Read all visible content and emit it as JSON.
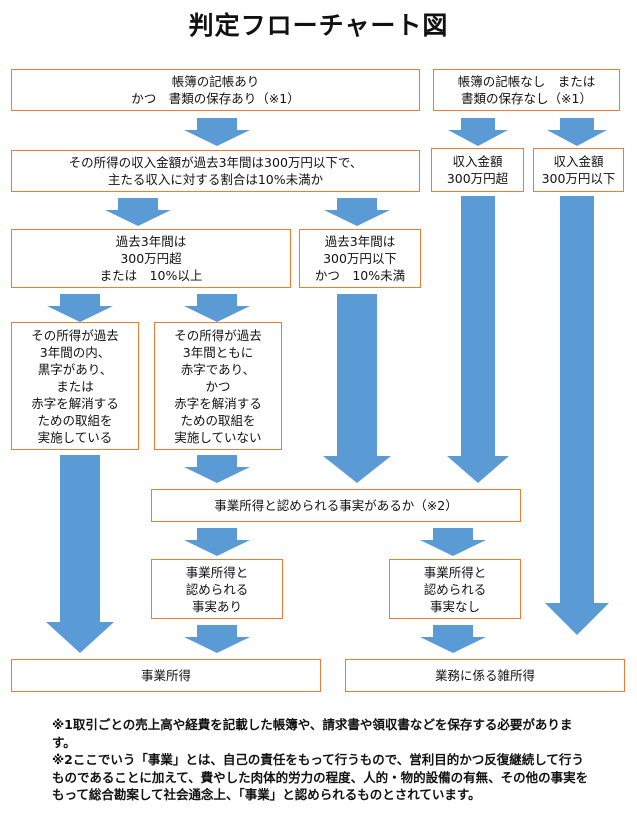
{
  "title": "判定フローチャート図",
  "colors": {
    "box_border": "#ed7d31",
    "arrow": "#5b9bd5"
  },
  "boxes": {
    "with_records": "帳簿の記帳あり\nかつ　書類の保存あり（※1）",
    "without_records": "帳簿の記帳なし　または\n書類の保存なし（※1）",
    "income_question": "その所得の収入金額が過去3年間は300万円以下で、\n主たる収入に対する割合は10%未満か",
    "income_over": "収入金額\n300万円超",
    "income_under": "収入金額\n300万円以下",
    "past_over": "過去3年間は\n300万円超\nまたは　10%以上",
    "past_under": "過去3年間は\n300万円以下\nかつ　10%未満",
    "profit_case": "その所得が過去\n3年間の内、\n黒字があり、\nまたは\n赤字を解消する\nための取組を\n実施している",
    "loss_case": "その所得が過去\n3年間ともに\n赤字であり、\nかつ\n赤字を解消する\nための取組を\n実施していない",
    "fact_question": "事業所得と認められる事実があるか（※2）",
    "fact_yes": "事業所得と\n認められる\n事実あり",
    "fact_no": "事業所得と\n認められる\n事実なし",
    "business_income": "事業所得",
    "misc_income": "業務に係る雑所得"
  },
  "notes": "※1取引ごとの売上高や経費を記載した帳簿や、請求書や領収書などを保存する必要があります。\n※2ここでいう「事業」とは、自己の責任をもって行うもので、営利目的かつ反復継続して行うものであることに加えて、費やした肉体的労力の程度、人的・物的設備の有無、その他の事実をもって総合勘案して社会通念上、「事業」と認められるものとされています。"
}
